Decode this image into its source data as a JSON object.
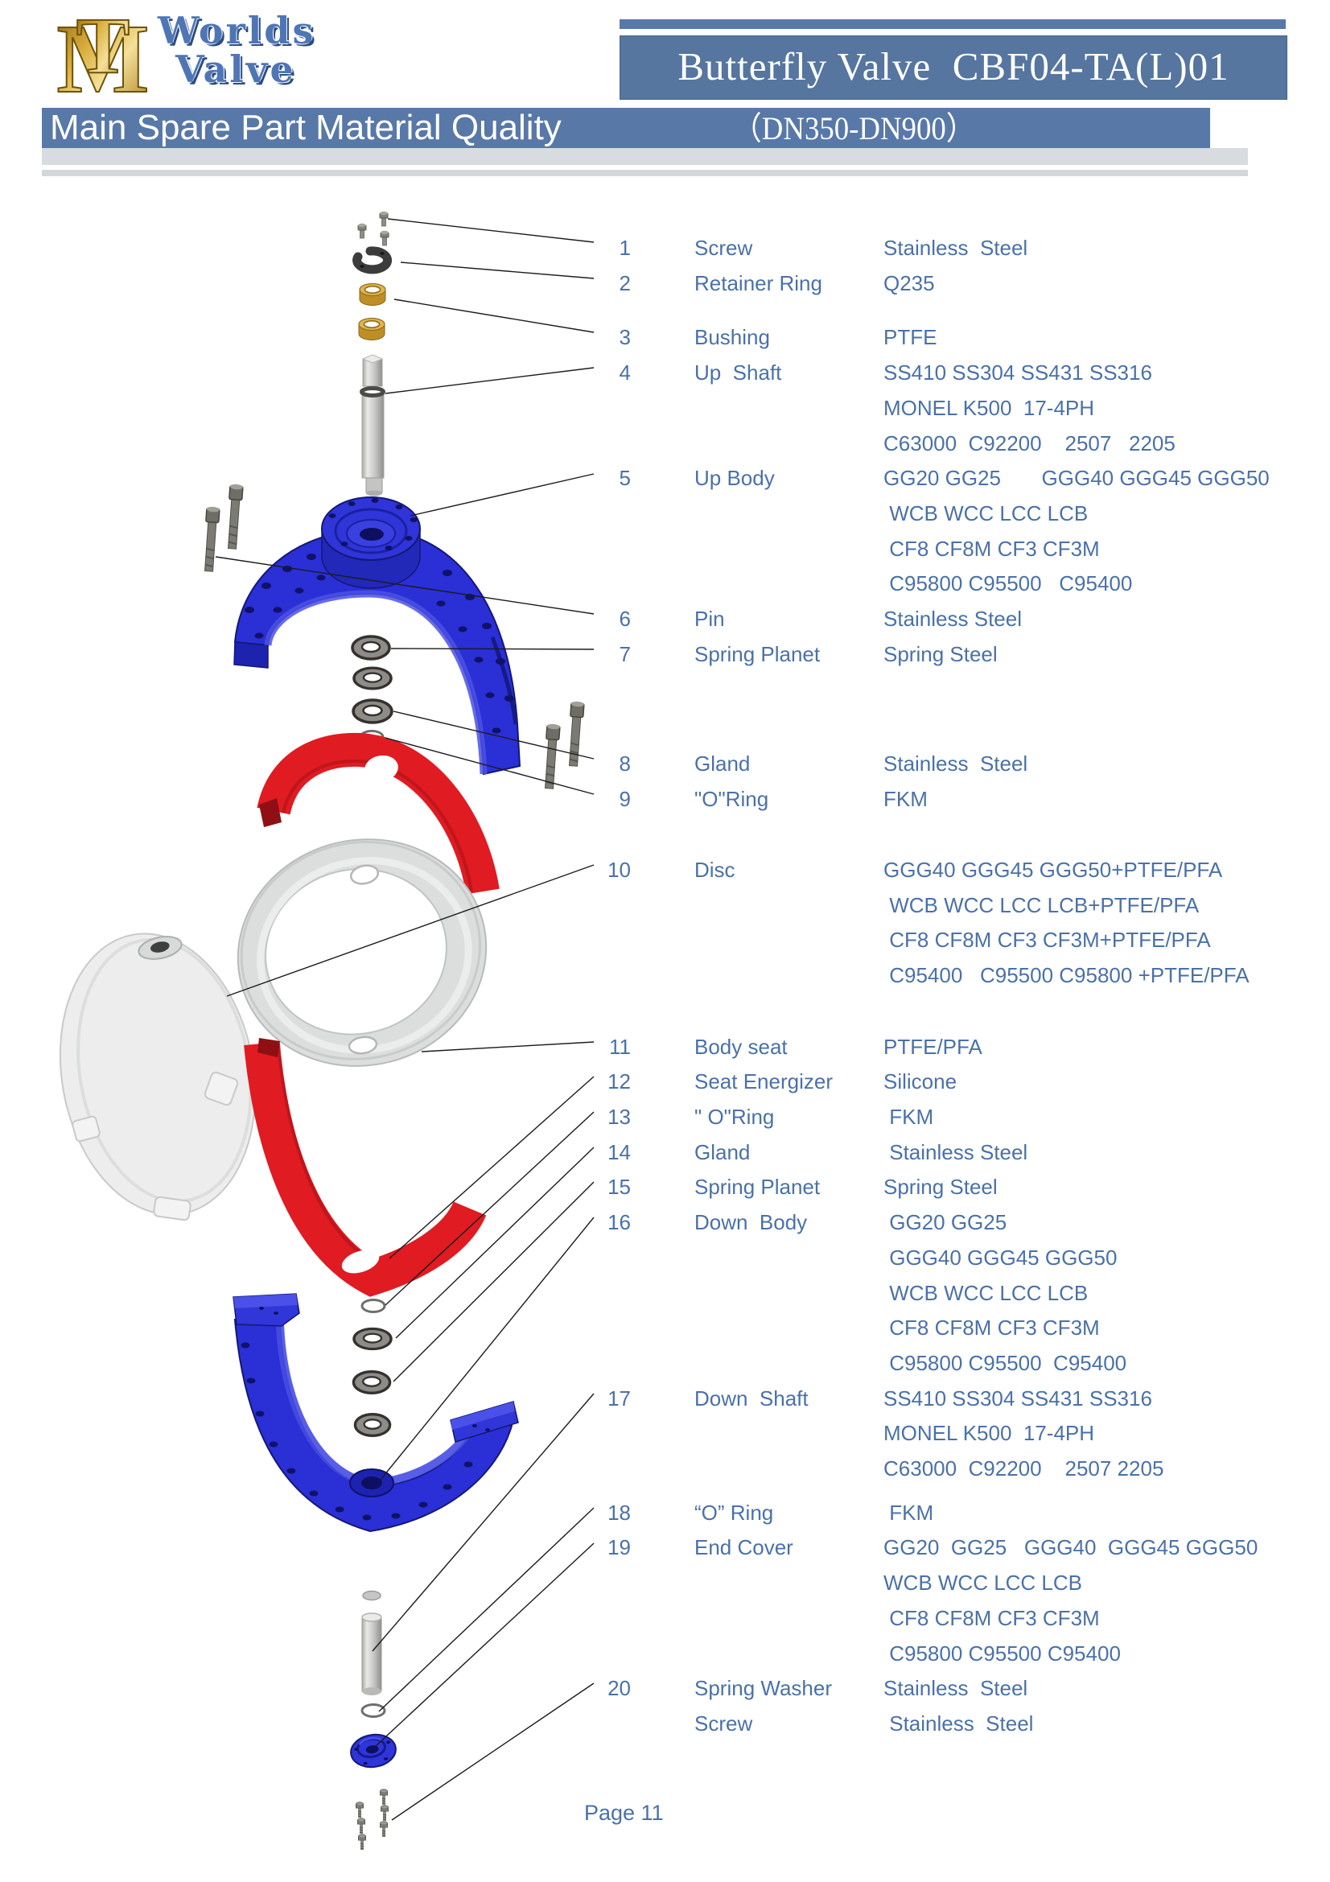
{
  "logo": {
    "monogram_t": "T",
    "monogram_m": "M",
    "word1": "Worlds",
    "word2": "Valve"
  },
  "title_box": {
    "text": "Butterfly Valve  CBF04-TA(L)01"
  },
  "banner": {
    "heading": "Main Spare Part Material Quality",
    "range": "（DN350-DN900）"
  },
  "footer": {
    "page_label": "Page 11"
  },
  "colors": {
    "header_blue": "#5878a8",
    "list_text_blue": "#4a71a8",
    "valve_body_blue": "#2b2fd6",
    "seat_energizer_red": "#e01b22",
    "bushing_gold": "#c9992b"
  },
  "parts": [
    {
      "num": "1",
      "name": "Screw",
      "materials": [
        "Stainless  Steel"
      ]
    },
    {
      "num": "2",
      "name": "Retainer Ring",
      "materials": [
        "Q235"
      ]
    },
    {
      "num": "3",
      "name": "Bushing",
      "materials": [
        "PTFE"
      ]
    },
    {
      "num": "4",
      "name": "Up  Shaft",
      "materials": [
        "SS410 SS304 SS431 SS316",
        "MONEL K500  17-4PH",
        "C63000  C92200    2507   2205"
      ]
    },
    {
      "num": "5",
      "name": "Up Body",
      "materials": [
        "GG20 GG25       GGG40 GGG45 GGG50",
        " WCB WCC LCC LCB",
        " CF8 CF8M CF3 CF3M",
        " C95800 C95500   C95400"
      ]
    },
    {
      "num": "6",
      "name": "Pin",
      "materials": [
        "Stainless Steel"
      ]
    },
    {
      "num": "7",
      "name": "Spring Planet",
      "materials": [
        "Spring Steel"
      ]
    },
    {
      "num": "8",
      "name": "Gland",
      "materials": [
        "Stainless  Steel"
      ]
    },
    {
      "num": "9",
      "name": "\"O\"Ring",
      "materials": [
        "FKM"
      ]
    },
    {
      "num": "10",
      "name": "Disc",
      "materials": [
        "GGG40 GGG45 GGG50+PTFE/PFA",
        " WCB WCC LCC LCB+PTFE/PFA",
        " CF8 CF8M CF3 CF3M+PTFE/PFA",
        " C95400   C95500 C95800 +PTFE/PFA"
      ]
    },
    {
      "num": "11",
      "name": "Body seat",
      "materials": [
        "PTFE/PFA"
      ]
    },
    {
      "num": "12",
      "name": "Seat Energizer",
      "materials": [
        "Silicone"
      ]
    },
    {
      "num": "13",
      "name": "\" O\"Ring",
      "materials": [
        " FKM"
      ]
    },
    {
      "num": "14",
      "name": "Gland",
      "materials": [
        " Stainless Steel"
      ]
    },
    {
      "num": "15",
      "name": "Spring Planet",
      "materials": [
        "Spring Steel"
      ]
    },
    {
      "num": "16",
      "name": "Down  Body",
      "materials": [
        " GG20 GG25",
        " GGG40 GGG45 GGG50",
        " WCB WCC LCC LCB",
        " CF8 CF8M CF3 CF3M",
        " C95800 C95500  C95400"
      ]
    },
    {
      "num": "17",
      "name": "Down  Shaft",
      "materials": [
        "SS410 SS304 SS431 SS316",
        "MONEL K500  17-4PH",
        "C63000  C92200    2507 2205"
      ]
    },
    {
      "num": "18",
      "name": "“O” Ring",
      "materials": [
        " FKM"
      ]
    },
    {
      "num": "19",
      "name": "End Cover",
      "materials": [
        "GG20  GG25   GGG40  GGG45 GGG50",
        "WCB WCC LCC LCB",
        " CF8 CF8M CF3 CF3M",
        " C95800 C95500 C95400"
      ]
    },
    {
      "num": "20",
      "name": "Spring Washer",
      "materials": [
        "Stainless  Steel"
      ]
    },
    {
      "num": "",
      "name": "Screw",
      "materials": [
        " Stainless  Steel"
      ]
    }
  ]
}
